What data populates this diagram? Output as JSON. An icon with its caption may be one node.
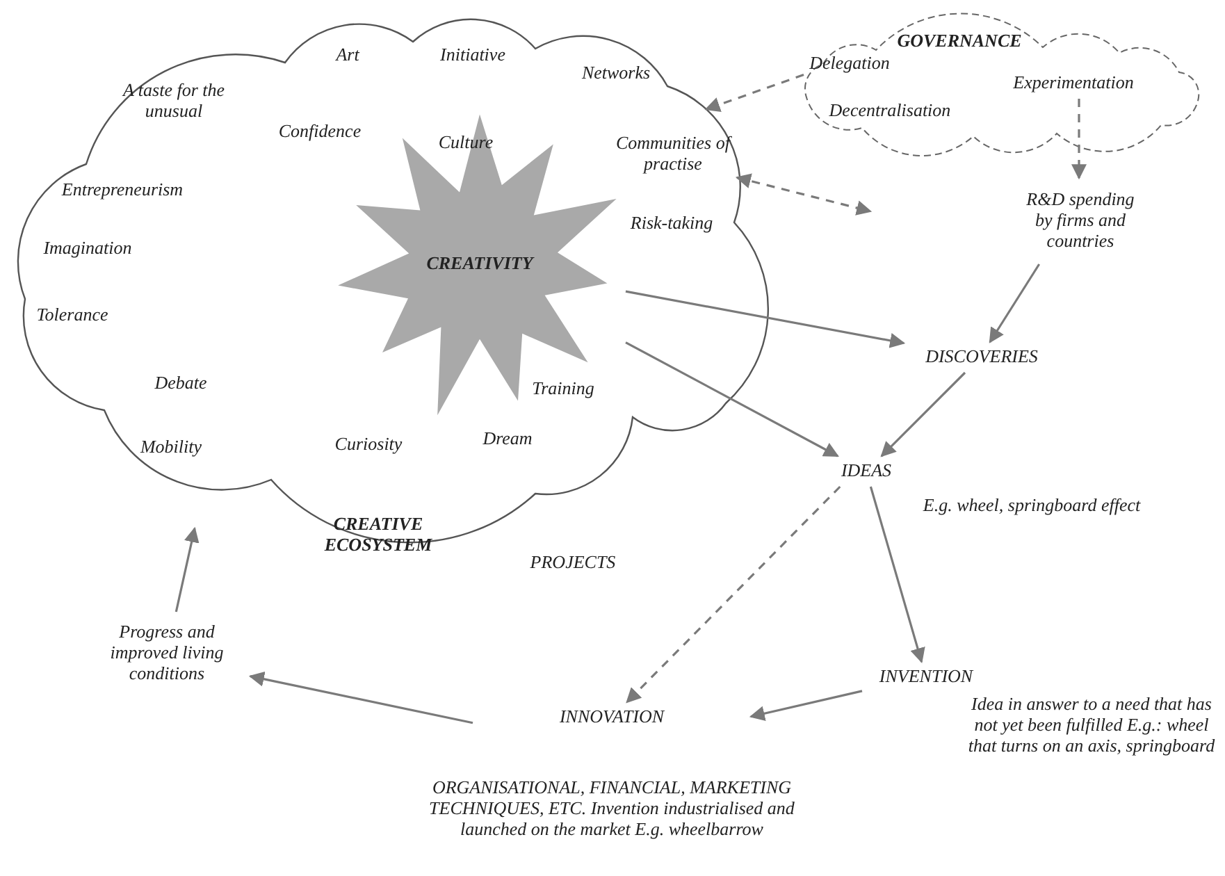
{
  "diagram": {
    "nodes": [
      {
        "text": [
          "A taste for the unusual",
          "Art",
          "Initiative",
          "Networks",
          "Confidence",
          "Culture",
          "Entrepreneurism",
          "Imagination",
          "Risk-taking",
          "Tolerance",
          "Debate",
          "Training",
          "Mobility",
          "Curiosity",
          "Dream",
          "CREATIVE ECOSYSTEM"
        ]
      },
      {
        "text": [
          "CREATIVITY"
        ],
        "in": 0
      },
      {
        "text": [
          "Communities of practise"
        ],
        "in": 0
      },
      {
        "text": [
          "GOVERNANCE",
          "Decentralisation"
        ]
      },
      {
        "text": [
          "Delegation"
        ],
        "in": 3
      },
      {
        "text": [
          "Experimentation"
        ],
        "in": 3
      },
      {
        "text": [
          "R&D spending by firms and countries"
        ]
      },
      {
        "text": [
          "DISCOVERIES"
        ]
      },
      {
        "text": [
          "IDEAS"
        ],
        "beside": [
          "E.g. wheel, springboard effect"
        ]
      },
      {
        "text": [
          "INVENTION"
        ],
        "beside": [
          "Idea in answer to a need that has not yet been fulfilled E.g.: wheel that turns on an axis, springboard"
        ]
      },
      {
        "text": [
          "INNOVATION"
        ],
        "beside": [
          "ORGANISATIONAL, FINANCIAL, MARKETING TECHNIQUES, ETC. Invention industrialised and launched on the market E.g. wheelbarrow"
        ]
      },
      {
        "text": [
          "Progress and improved living conditions"
        ]
      }
    ],
    "edges": [
      {
        "from": 4,
        "to": 0,
        "arrow": "to",
        "style": "dashed"
      },
      {
        "from": 2,
        "to": null,
        "arrow": "both",
        "style": "dashed"
      },
      {
        "from": 5,
        "to": 6,
        "arrow": "to",
        "style": "dashed"
      },
      {
        "from": 6,
        "to": 7,
        "arrow": "to"
      },
      {
        "from": 1,
        "to": 7,
        "arrow": "to"
      },
      {
        "from": 1,
        "to": 8,
        "arrow": "to"
      },
      {
        "from": 7,
        "to": 8,
        "arrow": "to"
      },
      {
        "from": 8,
        "to": 9,
        "arrow": "to"
      },
      {
        "from": 8,
        "to": 10,
        "arrow": "to",
        "style": "dashed"
      },
      {
        "from": 9,
        "to": 10,
        "arrow": "to"
      },
      {
        "from": 10,
        "to": 11,
        "arrow": "to"
      },
      {
        "from": 11,
        "to": 0,
        "arrow": "to"
      }
    ],
    "labels": [
      "PROJECTS"
    ]
  }
}
